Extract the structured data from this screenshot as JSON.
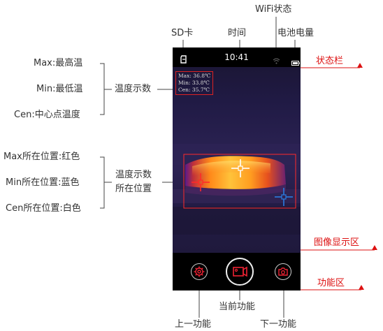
{
  "top_labels": {
    "wifi": "WiFi状态",
    "sd": "SD卡",
    "time": "时间",
    "battery": "电池电量"
  },
  "left_labels": {
    "max": "Max:最高温",
    "min": "Min:最低温",
    "cen": "Cen:中心点温度",
    "temp_display": "温度示数",
    "max_pos": "Max所在位置:红色",
    "min_pos": "Min所在位置:蓝色",
    "cen_pos": "Cen所在位置:白色",
    "temp_pos_line1": "温度示数",
    "temp_pos_line2": "所在位置"
  },
  "right_labels": {
    "status_bar": "状态栏",
    "image_area": "图像显示区",
    "function_area": "功能区"
  },
  "bottom_labels": {
    "prev": "上一功能",
    "current": "当前功能",
    "next": "下一功能"
  },
  "device": {
    "status_time": "10:41",
    "readout": [
      "Max: 36.8℃",
      "Min: 33.8℃",
      "Cen: 35.7℃"
    ]
  },
  "colors": {
    "accent_red": "#dd1111",
    "max_marker": "#ff2222",
    "min_marker": "#2a7de1",
    "cen_marker": "#ffffff"
  },
  "icons": [
    "sd-card-icon",
    "wifi-icon",
    "battery-icon",
    "settings-gear-icon",
    "video-camera-icon",
    "photo-camera-icon"
  ]
}
